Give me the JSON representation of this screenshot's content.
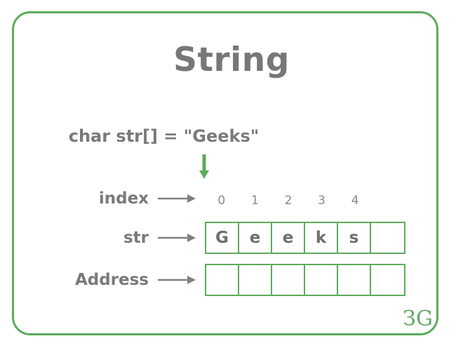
{
  "title": "String",
  "declaration": "char str[] = \"Geeks\"",
  "colors": {
    "frame": "#5cab5c",
    "cell_border": "#5cab5c",
    "text": "#7a7a7a",
    "arrow_green": "#5cab5c",
    "arrow_gray": "#808080",
    "logo": "#63a763"
  },
  "rows": {
    "index": {
      "label": "index",
      "values": [
        "0",
        "1",
        "2",
        "3",
        "4",
        ""
      ]
    },
    "str": {
      "label": "str",
      "cells": [
        "G",
        "e",
        "e",
        "k",
        "s",
        ""
      ]
    },
    "address": {
      "label": "Address",
      "cells": [
        "",
        "",
        "",
        "",
        "",
        ""
      ]
    }
  },
  "logo": {
    "left": "Ɛ",
    "right": "G"
  }
}
